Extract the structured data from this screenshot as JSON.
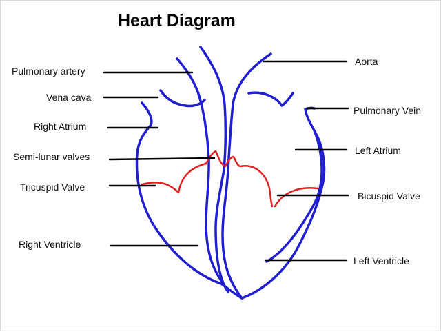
{
  "title": "Heart Diagram",
  "colors": {
    "heart_outline": "#1f1fd0",
    "valves": "#e02020",
    "leader_lines": "#000000",
    "background": "#ffffff"
  },
  "labels": {
    "pulmonary_artery": "Pulmonary artery",
    "vena_cava": "Vena cava",
    "right_atrium": "Right Atrium",
    "semilunar_valves": "Semi-lunar valves",
    "tricuspid_valve": "Tricuspid Valve",
    "right_ventricle": "Right Ventricle",
    "aorta": "Aorta",
    "pulmonary_vein": "Pulmonary Vein",
    "left_atrium": "Left Atrium",
    "bicuspid_valve": "Bicuspid Valve",
    "left_ventricle": "Left Ventricle"
  }
}
